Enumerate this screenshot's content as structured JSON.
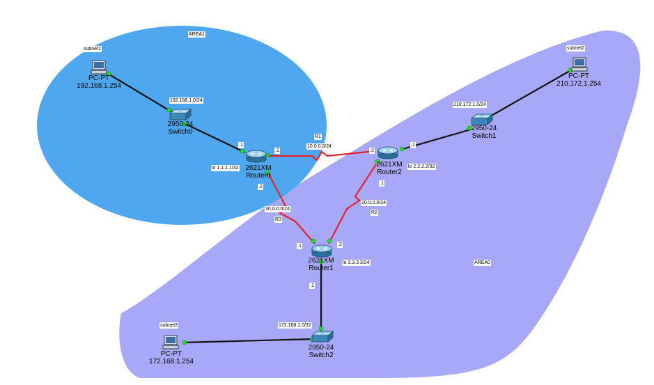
{
  "areas": {
    "area1_label": "AREA1",
    "area0_label": "AREA0"
  },
  "subnets": {
    "subnet1": "subnet1",
    "subnet2": "subnet2",
    "subnet3": "subnet3"
  },
  "devices": {
    "pc0": {
      "model": "PC-PT",
      "name": "192.168.1.254"
    },
    "pc1": {
      "model": "PC-PT",
      "name": "210.172.1.254"
    },
    "pc2": {
      "model": "PC-PT",
      "name": "172.168.1.254"
    },
    "switch0": {
      "model": "2950-24",
      "name": "Switch0"
    },
    "switch1": {
      "model": "2950-24",
      "name": "Switch1"
    },
    "switch2": {
      "model": "2950-24",
      "name": "Switch2"
    },
    "router0": {
      "model": "2621XM",
      "name": "Router0"
    },
    "router1": {
      "model": "2621XM",
      "name": "Router1"
    },
    "router2": {
      "model": "2621XM",
      "name": "Router2"
    }
  },
  "links": {
    "lan0": "192.168.1.0/24",
    "lan1": "210.172.1.0/24",
    "lan2": "172.168.1.0/32",
    "r1_name": "R1",
    "r1_net": "10.0.0.0/24",
    "r2_name": "R2",
    "r2_net": "20.0.0.0/24",
    "r3_name": "R3",
    "r3_net": "30.0.0.0/24"
  },
  "interfaces": {
    "r0_sw": ".1",
    "r0_r2": ".1",
    "r0_r1": ".2",
    "r2_r0": ".2",
    "r2_sw": ".1",
    "r2_r1": ".1",
    "r1_r0": ".1",
    "r1_r2": ".2",
    "r1_sw": ".1"
  },
  "loopbacks": {
    "router0": "lo 1.1.1.1/32",
    "router1": "lo 3.3.3.3/24",
    "router2": "lo 2.2.2.2/32"
  },
  "colors": {
    "area1_fill": "#4fa8ef",
    "area0_fill": "#a8a8f8",
    "serial_link": "#e8202a",
    "ethernet_link": "#111111",
    "port_led": "#22dd22"
  }
}
